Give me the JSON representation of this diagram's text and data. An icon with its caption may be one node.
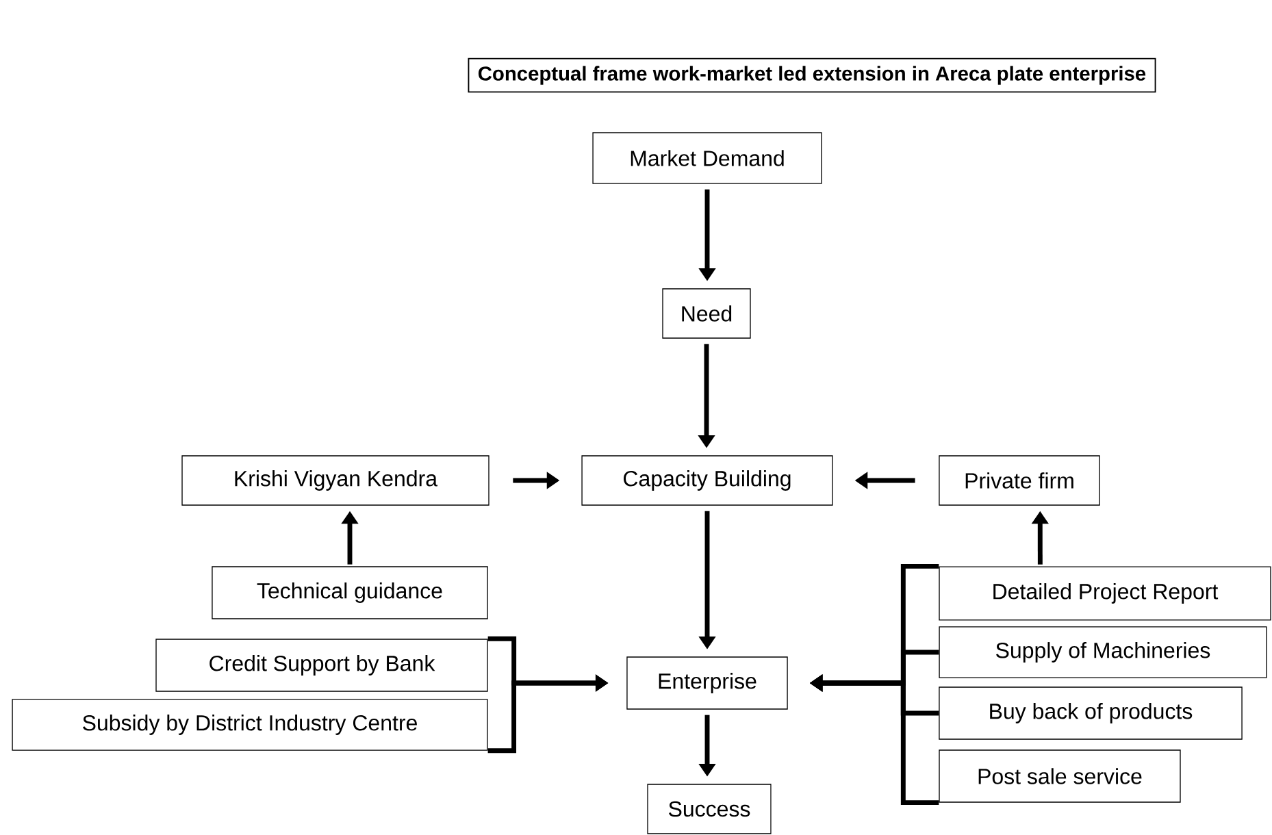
{
  "diagram": {
    "title": "Conceptual frame work-market led extension in Areca plate enterprise",
    "nodes": [
      {
        "text": [
          "Market Demand"
        ]
      },
      {
        "text": [
          "Need"
        ]
      },
      {
        "text": [
          "Krishi Vigyan Kendra"
        ]
      },
      {
        "text": [
          "Capacity Building"
        ]
      },
      {
        "text": [
          "Private firm"
        ]
      },
      {
        "text": [
          "Technical guidance"
        ]
      },
      {
        "text": [
          "Credit Support by Bank"
        ]
      },
      {
        "text": [
          "Subsidy by District Industry Centre"
        ]
      },
      {
        "text": [
          "Enterprise"
        ]
      },
      {
        "text": [
          "Detailed Project Report"
        ]
      },
      {
        "text": [
          "Supply of Machineries"
        ]
      },
      {
        "text": [
          "Buy back of products"
        ]
      },
      {
        "text": [
          "Post sale service"
        ]
      },
      {
        "text": [
          "Success"
        ]
      }
    ],
    "edges": [
      {
        "from": 0,
        "to": 1,
        "arrow": "to"
      },
      {
        "from": 1,
        "to": 3,
        "arrow": "to"
      },
      {
        "from": 2,
        "to": 3,
        "arrow": "to"
      },
      {
        "from": 4,
        "to": 3,
        "arrow": "to"
      },
      {
        "from": 5,
        "to": 2,
        "arrow": "to"
      },
      {
        "from": 3,
        "to": 8,
        "arrow": "to"
      },
      {
        "from": 6,
        "to": 8,
        "arrow": "to"
      },
      {
        "from": 7,
        "to": 8,
        "arrow": "to"
      },
      {
        "from": 9,
        "to": 8,
        "arrow": "to"
      },
      {
        "from": 10,
        "to": 8,
        "arrow": "to"
      },
      {
        "from": 11,
        "to": 8,
        "arrow": "to"
      },
      {
        "from": 12,
        "to": 8,
        "arrow": "to"
      },
      {
        "from": 9,
        "to": 4,
        "arrow": "to"
      },
      {
        "from": 8,
        "to": 13,
        "arrow": "to"
      }
    ]
  }
}
